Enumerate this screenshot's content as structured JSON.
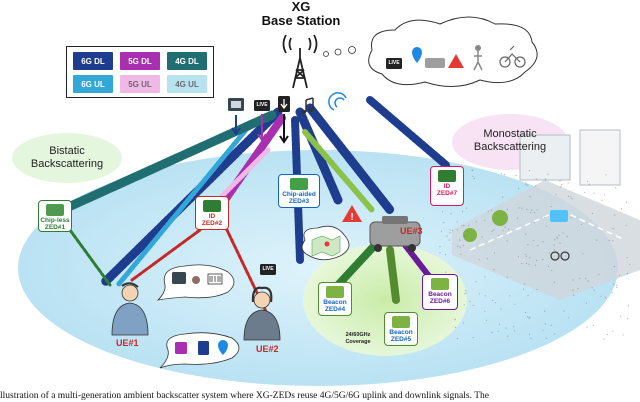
{
  "title": {
    "line1": "XG",
    "line2": "Base Station"
  },
  "legend": {
    "items": [
      {
        "label": "6G DL",
        "color": "#1f3d8f"
      },
      {
        "label": "5G DL",
        "color": "#a72fb0"
      },
      {
        "label": "4G DL",
        "color": "#216e72"
      },
      {
        "label": "6G UL",
        "color": "#33a7d8"
      },
      {
        "label": "5G UL",
        "color": "#f0b8e6"
      },
      {
        "label": "4G UL",
        "color": "#b6e3ef"
      }
    ]
  },
  "regions": {
    "bistatic_line1": "Bistatic",
    "bistatic_line2": "Backscattering",
    "monostatic_line1": "Monostatic",
    "monostatic_line2": "Backscattering"
  },
  "zeds": {
    "zed1": {
      "line1": "Chip-less",
      "line2": "ZED#1",
      "border": "#2e7d32"
    },
    "zed2": {
      "line1": "ID",
      "line2": "ZED#2",
      "border": "#c62828"
    },
    "zed3": {
      "line1": "Chip-aided",
      "line2": "ZED#3",
      "border": "#1565c0"
    },
    "zed4": {
      "line1": "Beacon",
      "line2": "ZED#4",
      "border": "#558b2f"
    },
    "zed5": {
      "line1": "Beacon",
      "line2": "ZED#5",
      "border": "#558b2f"
    },
    "zed6": {
      "line1": "Beacon",
      "line2": "ZED#6",
      "border": "#6a1b9a"
    },
    "zed7": {
      "line1": "ID",
      "line2": "ZED#7",
      "border": "#d81b60"
    }
  },
  "ues": {
    "ue1": "UE#1",
    "ue2": "UE#2",
    "ue3": "UE#3"
  },
  "coverage": {
    "line1": "24/60GHz",
    "line2": "Coverage"
  },
  "icons": {
    "live_badge": "LIVE"
  },
  "caption": "llustration of a multi-generation ambient backscatter system where XG-ZEDs reuse 4G/5G/6G uplink and downlink signals. The"
}
